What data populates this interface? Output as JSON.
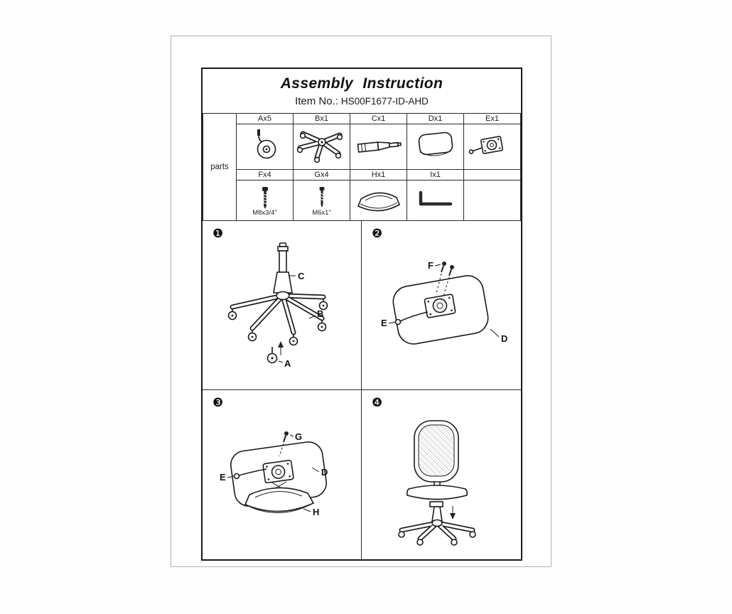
{
  "header": {
    "title": "Assembly  Instruction",
    "item_no_label": "Item No.:",
    "item_no_value": "HS00F1677-ID-AHD"
  },
  "parts": {
    "row_label": "parts",
    "top_row": [
      {
        "code": "Ax5",
        "icon": "caster-wheel-icon"
      },
      {
        "code": "Bx1",
        "icon": "star-base-icon"
      },
      {
        "code": "Cx1",
        "icon": "gas-lift-icon"
      },
      {
        "code": "Dx1",
        "icon": "seat-cushion-icon"
      },
      {
        "code": "Ex1",
        "icon": "tilt-mechanism-icon"
      }
    ],
    "bottom_row": [
      {
        "code": "Fx4",
        "icon": "bolt-icon",
        "size": "M8x3/4\""
      },
      {
        "code": "Gx4",
        "icon": "bolt-icon",
        "size": "M6x1\""
      },
      {
        "code": "Hx1",
        "icon": "base-cover-icon",
        "size": ""
      },
      {
        "code": "Ix1",
        "icon": "allen-key-icon",
        "size": ""
      },
      {
        "code": "",
        "icon": "",
        "size": ""
      }
    ]
  },
  "steps": [
    {
      "num": "❶",
      "labels": {
        "A": "A",
        "B": "B",
        "C": "C"
      }
    },
    {
      "num": "❷",
      "labels": {
        "D": "D",
        "E": "E",
        "F": "F"
      }
    },
    {
      "num": "❸",
      "labels": {
        "D": "D",
        "E": "E",
        "G": "G",
        "H": "H"
      }
    },
    {
      "num": "❹",
      "labels": {}
    }
  ]
}
